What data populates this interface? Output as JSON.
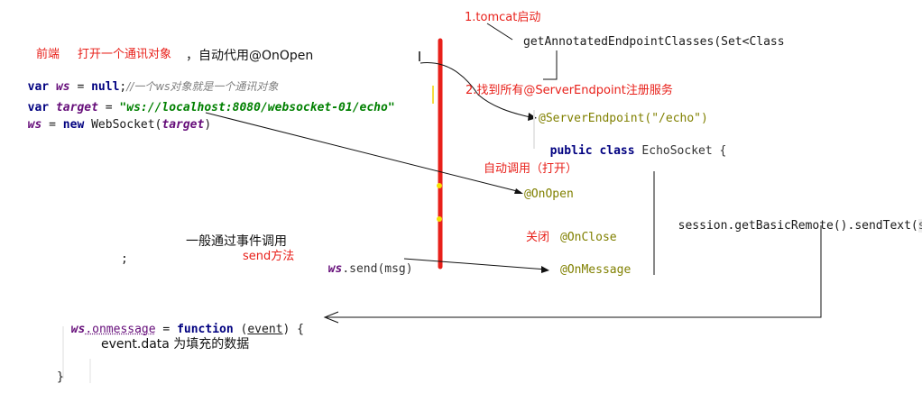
{
  "step1_label": "1.tomcat启动",
  "frontend": {
    "label": "前端",
    "note_red": "打开一个通讯对象",
    "note_black": "，自动代用@OnOpen"
  },
  "js_code": {
    "line1": {
      "kw": "var",
      "var": "ws",
      "op": " = ",
      "kw2": "null",
      "end": ";",
      "comment": "//一个ws对象就是一个通讯对象"
    },
    "line2": {
      "kw": "var",
      "var": "target",
      "op": " = ",
      "str": "\"ws://localhost:8080/websocket-01/echo\""
    },
    "line3": {
      "var": "ws",
      "op": " = ",
      "kw": "new",
      "ctor": " WebSocket(",
      "arg": "target",
      "end": ")"
    },
    "semicolon": ";",
    "send": {
      "obj": "ws",
      "call": ".send(msg)"
    },
    "onmessage": {
      "obj": "ws",
      "prop": ".onmessage",
      "op": " = ",
      "kw": "function",
      "args_open": " (",
      "arg": "event",
      "args_close": ") {"
    },
    "body": "event.data 为填充的数据",
    "close_brace": "}"
  },
  "server": {
    "step1_code": "getAnnotatedEndpointClasses(Set<Class",
    "step2_label": "2.找到所有@ServerEndpoint注册服务",
    "annotation": "@ServerEndpoint(\"/echo\")",
    "class_kw1": "public",
    "class_kw2": "class",
    "class_name": " EchoSocket {",
    "on_open_label": "自动调用（打开）",
    "on_open": "@OnOpen",
    "on_close_label": "关闭",
    "on_close": "@OnClose",
    "on_message": "@OnMessage",
    "send_text": "session.getBasicRemote().sendText(",
    "send_text_cut": "s"
  },
  "event_note": "一般通过事件调用",
  "send_method_label": "send方法",
  "colors": {
    "red": "#e8201a",
    "keyword": "#000080",
    "variable": "#660e7a",
    "string": "#008000",
    "annotation": "#808000",
    "comment": "#808080"
  }
}
